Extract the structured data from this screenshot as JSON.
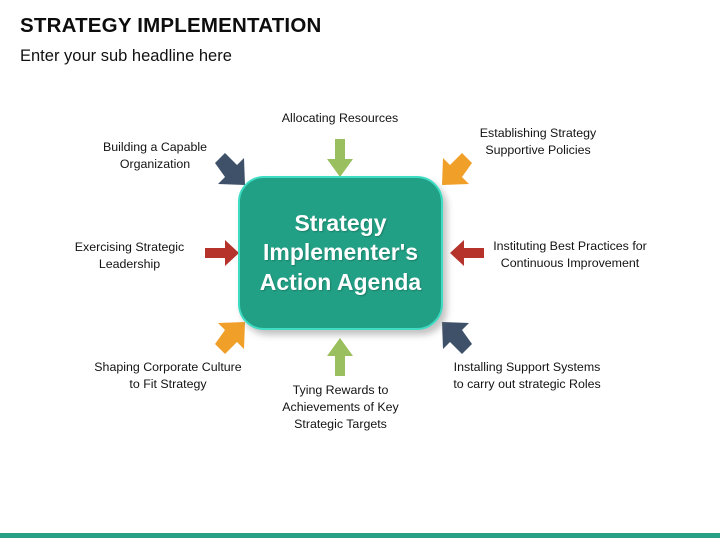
{
  "slide": {
    "title": "STRATEGY IMPLEMENTATION",
    "subtitle": "Enter your sub headline here"
  },
  "center": {
    "label": "Strategy\nImplementer's\nAction Agenda",
    "fill_color": "#22a085",
    "border_color": "#3fdcc4",
    "text_color": "#ffffff"
  },
  "footer": {
    "bar_color": "#27a085"
  },
  "palette": {
    "green": "#9abf5e",
    "orange": "#f0a029",
    "red": "#b5332b",
    "slate": "#3f5169",
    "teal": "#22a085"
  },
  "nodes": [
    {
      "id": "allocating-resources",
      "label": "Allocating Resources",
      "arrow_direction": "down",
      "arrow_color": "#9abf5e"
    },
    {
      "id": "building-capable-organization",
      "label": "Building a Capable\nOrganization",
      "arrow_direction": "down-right",
      "arrow_color": "#3f5169"
    },
    {
      "id": "establishing-strategy-supportive-policies",
      "label": "Establishing Strategy\nSupportive Policies",
      "arrow_direction": "down-left",
      "arrow_color": "#f0a029"
    },
    {
      "id": "exercising-strategic-leadership",
      "label": "Exercising Strategic\nLeadership",
      "arrow_direction": "right",
      "arrow_color": "#b5332b"
    },
    {
      "id": "instituting-best-practices",
      "label": "Instituting Best Practices for\nContinuous Improvement",
      "arrow_direction": "left",
      "arrow_color": "#b5332b"
    },
    {
      "id": "shaping-corporate-culture",
      "label": "Shaping Corporate Culture\nto Fit Strategy",
      "arrow_direction": "up-right",
      "arrow_color": "#f0a029"
    },
    {
      "id": "tying-rewards",
      "label": "Tying Rewards to\nAchievements of Key\nStrategic Targets",
      "arrow_direction": "up",
      "arrow_color": "#9abf5e"
    },
    {
      "id": "installing-support-systems",
      "label": "Installing Support Systems\nto carry out strategic Roles",
      "arrow_direction": "up-left",
      "arrow_color": "#3f5169"
    }
  ]
}
